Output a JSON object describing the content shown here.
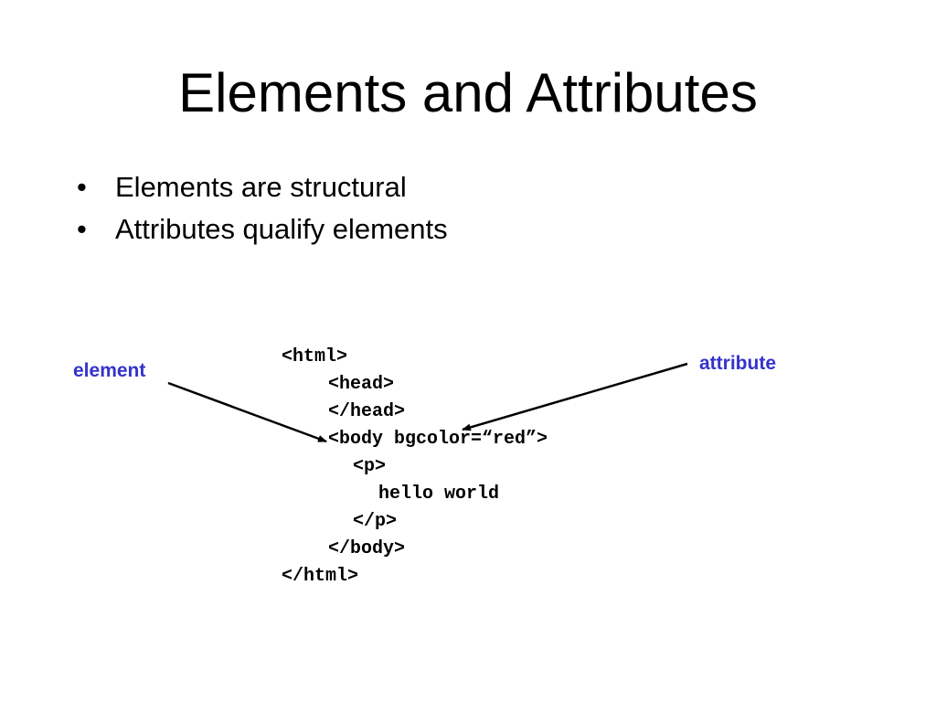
{
  "slide": {
    "title": "Elements and Attributes",
    "bullets": [
      "Elements are structural",
      "Attributes qualify elements"
    ],
    "code_lines": [
      "<html>",
      "<head>",
      "</head>",
      "<body bgcolor=“red”>",
      "<p>",
      "hello world",
      "</p>",
      "</body>",
      "</html>"
    ],
    "annotations": {
      "element": "element",
      "attribute": "attribute"
    },
    "bullet_symbol": "•",
    "colors": {
      "annotation": "#3333cc",
      "text": "#000000",
      "background": "#ffffff"
    }
  }
}
